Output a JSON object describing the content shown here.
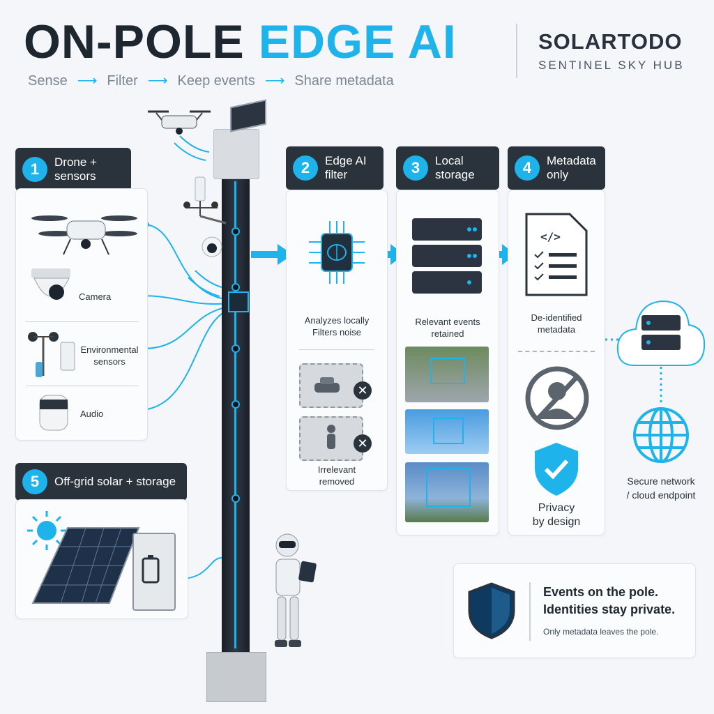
{
  "header": {
    "title_part1": "ON-POLE",
    "title_part2": "EDGE AI",
    "flow": [
      "Sense",
      "Filter",
      "Keep events",
      "Share metadata"
    ],
    "flow_arrow": "⟶"
  },
  "brand": {
    "name": "SOLARTODO",
    "tagline": "SENTINEL SKY HUB"
  },
  "steps": [
    {
      "num": "1",
      "title_line1": "Drone +",
      "title_line2": "sensors"
    },
    {
      "num": "2",
      "title_line1": "Edge AI",
      "title_line2": "filter"
    },
    {
      "num": "3",
      "title_line1": "Local",
      "title_line2": "storage"
    },
    {
      "num": "4",
      "title_line1": "Metadata",
      "title_line2": "only"
    },
    {
      "num": "5",
      "title_line1": "Off-grid solar + storage",
      "title_line2": ""
    }
  ],
  "sensors": [
    "Camera",
    "Environmental sensors",
    "Audio"
  ],
  "edge": {
    "caption_line1": "Analyzes locally",
    "caption_line2": "Filters noise",
    "removed_line1": "Irrelevant",
    "removed_line2": "removed"
  },
  "storage": {
    "caption_line1": "Relevant events",
    "caption_line2": "retained"
  },
  "metadata": {
    "caption_line1": "De-identified",
    "caption_line2": "metadata",
    "privacy_line1": "Privacy",
    "privacy_line2": "by design"
  },
  "network": {
    "line1": "Secure network",
    "line2": "/ cloud endpoint"
  },
  "summary": {
    "line1": "Events on the pole.",
    "line2": "Identities stay private.",
    "sub": "Only metadata leaves the pole."
  },
  "colors": {
    "accent": "#1eb3ea",
    "dark": "#2a323b"
  }
}
